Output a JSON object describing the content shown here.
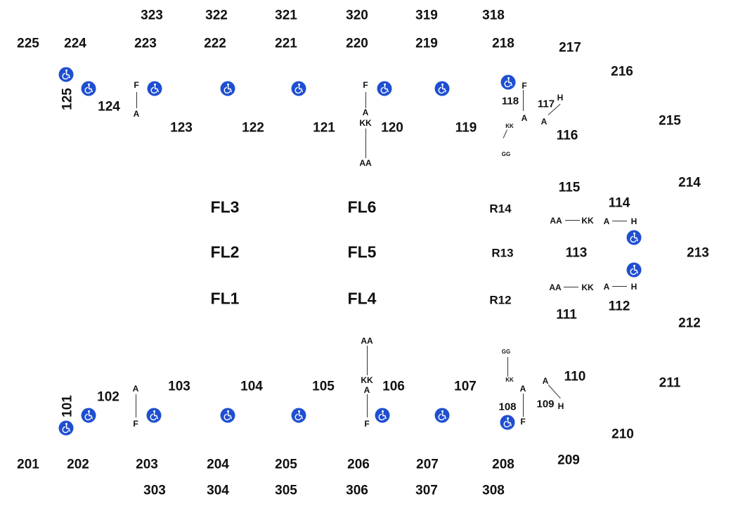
{
  "colors": {
    "accessible_badge": "#1f4fd1",
    "text": "#111111",
    "line": "#333333"
  },
  "icons": {
    "accessible": "wheelchair-icon"
  },
  "labels": {
    "s323": "323",
    "s322": "322",
    "s321": "321",
    "s320": "320",
    "s319": "319",
    "s318": "318",
    "s225": "225",
    "s224": "224",
    "s223": "223",
    "s222": "222",
    "s221": "221",
    "s220": "220",
    "s219": "219",
    "s218": "218",
    "s217": "217",
    "s216": "216",
    "s215": "215",
    "s214": "214",
    "s213": "213",
    "s212": "212",
    "s211": "211",
    "s210": "210",
    "s209": "209",
    "s201": "201",
    "s202": "202",
    "s203": "203",
    "s204": "204",
    "s205": "205",
    "s206": "206",
    "s207": "207",
    "s208": "208",
    "s303": "303",
    "s304": "304",
    "s305": "305",
    "s306": "306",
    "s307": "307",
    "s308": "308",
    "s125": "125",
    "s124": "124",
    "s123": "123",
    "s122": "122",
    "s121": "121",
    "s120": "120",
    "s119": "119",
    "s118": "118",
    "s117": "117",
    "s116": "116",
    "s115": "115",
    "s114": "114",
    "s113": "113",
    "s112": "112",
    "s111": "111",
    "s110": "110",
    "s109": "109",
    "s108": "108",
    "s107": "107",
    "s106": "106",
    "s105": "105",
    "s104": "104",
    "s103": "103",
    "s102": "102",
    "s101": "101",
    "fl1": "FL1",
    "fl2": "FL2",
    "fl3": "FL3",
    "fl4": "FL4",
    "fl5": "FL5",
    "fl6": "FL6",
    "r12": "R12",
    "r13": "R13",
    "r14": "R14",
    "row_f": "F",
    "row_a": "A",
    "row_h": "H",
    "row_kk": "KK",
    "row_aa": "AA",
    "row_gg": "GG"
  }
}
